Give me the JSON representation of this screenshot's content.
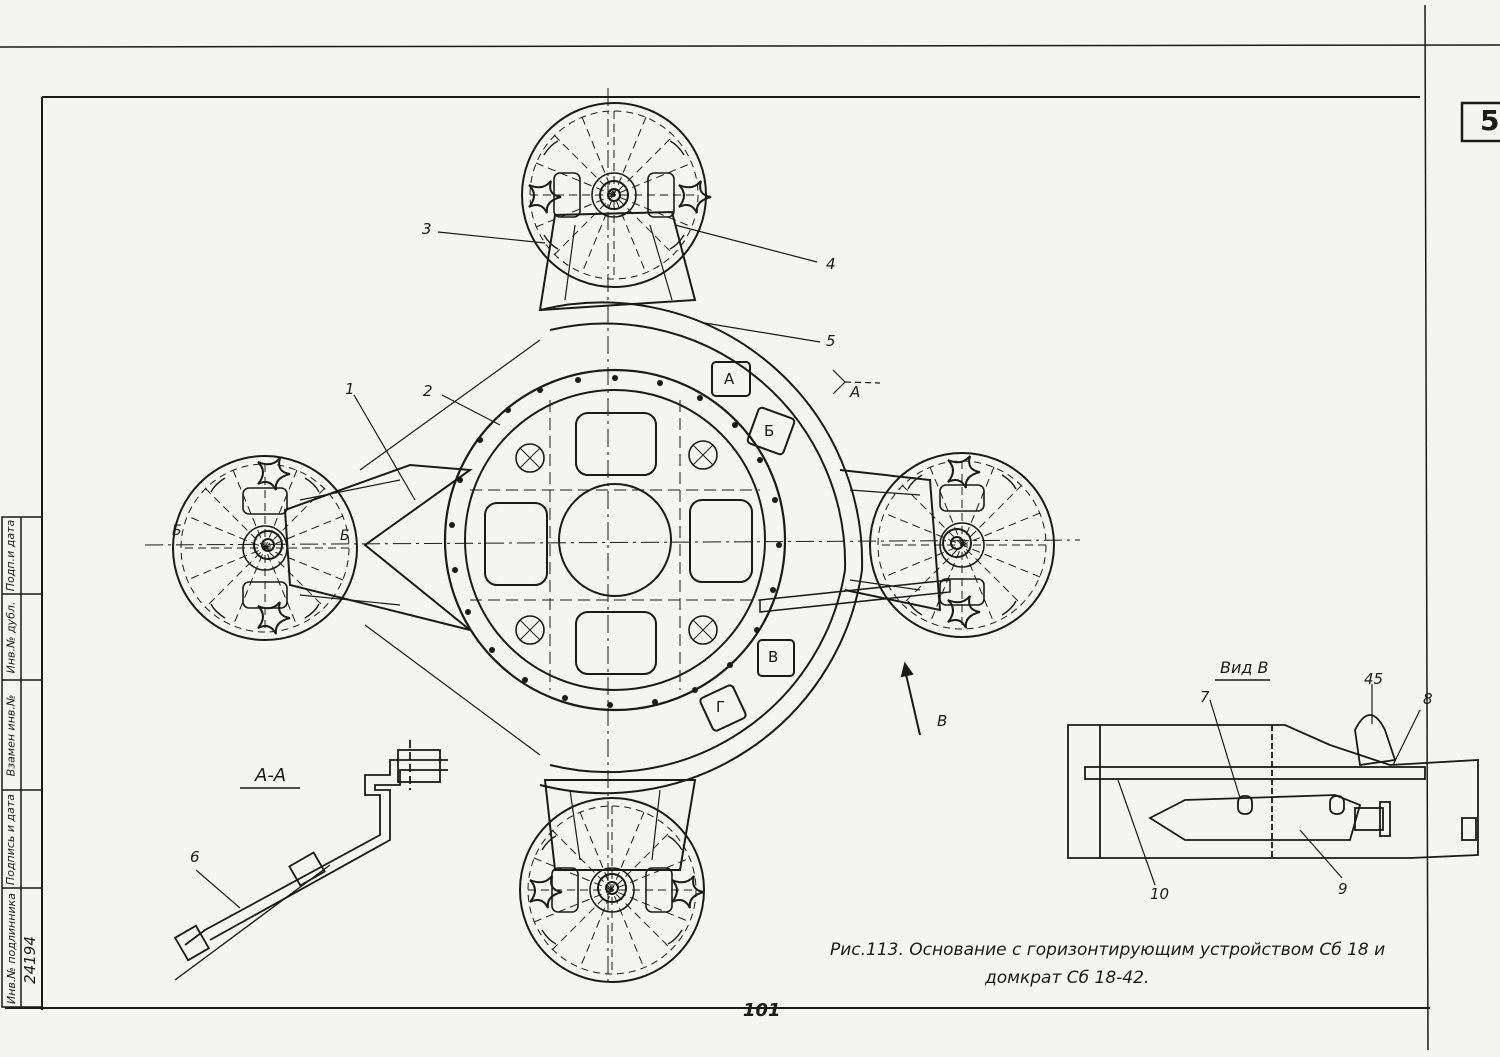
{
  "sheet": {
    "page_number": "101",
    "corner_mark": "5"
  },
  "caption": {
    "line1": "Рис.113. Основание с горизонтирующим устройством Сб 18 и",
    "line2": "домкрат Сб 18-42."
  },
  "side_stamp": {
    "cells": [
      "Инв.№ подлинника",
      "Подпись и дата",
      "Взамен инв.№",
      "Инв.№ дубл.",
      "Подп.и дата"
    ],
    "inventory_number": "24194"
  },
  "views": {
    "section_aa_title": "А-А",
    "view_b_title": "Вид В"
  },
  "callouts": {
    "c1": "1",
    "c2": "2",
    "c3": "3",
    "c4": "4",
    "c5": "5",
    "c6": "6",
    "c7": "7",
    "c8": "8",
    "c9": "9",
    "c10": "10",
    "c45": "45"
  },
  "markers": {
    "section_a": "А",
    "view_b_arrow": "В",
    "section_b_left": "Б",
    "section_b_right": "Б",
    "panel_a": "А",
    "panel_b": "Б",
    "panel_v": "В",
    "panel_g": "Г"
  },
  "colors": {
    "paper": "#f4f4f2",
    "ink": "#1a1a1a"
  }
}
